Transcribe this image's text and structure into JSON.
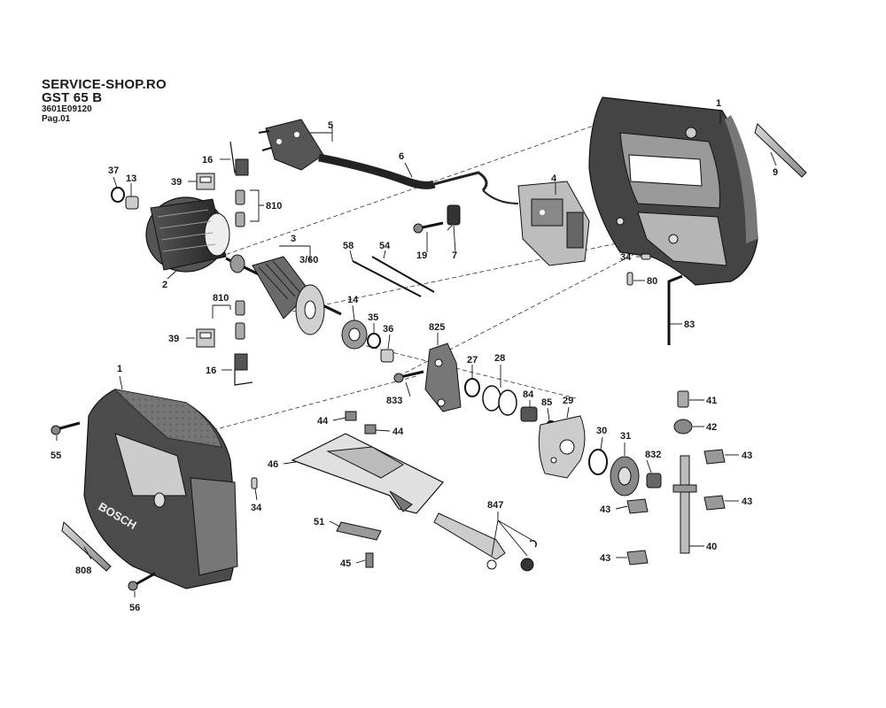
{
  "header": {
    "shop": "SERVICE-SHOP.RO",
    "model": "GST 65 B",
    "part_number": "3601E09120",
    "page": "Pag.01"
  },
  "callouts": [
    {
      "id": "c-1a",
      "text": "1"
    },
    {
      "id": "c-1b",
      "text": "1"
    },
    {
      "id": "c-2",
      "text": "2"
    },
    {
      "id": "c-3",
      "text": "3"
    },
    {
      "id": "c-3-60",
      "text": "3/60"
    },
    {
      "id": "c-4",
      "text": "4"
    },
    {
      "id": "c-5",
      "text": "5"
    },
    {
      "id": "c-6",
      "text": "6"
    },
    {
      "id": "c-7",
      "text": "7"
    },
    {
      "id": "c-9",
      "text": "9"
    },
    {
      "id": "c-13",
      "text": "13"
    },
    {
      "id": "c-14",
      "text": "14"
    },
    {
      "id": "c-16a",
      "text": "16"
    },
    {
      "id": "c-16b",
      "text": "16"
    },
    {
      "id": "c-19",
      "text": "19"
    },
    {
      "id": "c-27",
      "text": "27"
    },
    {
      "id": "c-28",
      "text": "28"
    },
    {
      "id": "c-29",
      "text": "29"
    },
    {
      "id": "c-30",
      "text": "30"
    },
    {
      "id": "c-31",
      "text": "31"
    },
    {
      "id": "c-34a",
      "text": "34"
    },
    {
      "id": "c-34b",
      "text": "34"
    },
    {
      "id": "c-35",
      "text": "35"
    },
    {
      "id": "c-36",
      "text": "36"
    },
    {
      "id": "c-37",
      "text": "37"
    },
    {
      "id": "c-39a",
      "text": "39"
    },
    {
      "id": "c-39b",
      "text": "39"
    },
    {
      "id": "c-40",
      "text": "40"
    },
    {
      "id": "c-41",
      "text": "41"
    },
    {
      "id": "c-42",
      "text": "42"
    },
    {
      "id": "c-43a",
      "text": "43"
    },
    {
      "id": "c-43b",
      "text": "43"
    },
    {
      "id": "c-43c",
      "text": "43"
    },
    {
      "id": "c-43d",
      "text": "43"
    },
    {
      "id": "c-44a",
      "text": "44"
    },
    {
      "id": "c-44b",
      "text": "44"
    },
    {
      "id": "c-45",
      "text": "45"
    },
    {
      "id": "c-46",
      "text": "46"
    },
    {
      "id": "c-51",
      "text": "51"
    },
    {
      "id": "c-54",
      "text": "54"
    },
    {
      "id": "c-55",
      "text": "55"
    },
    {
      "id": "c-56",
      "text": "56"
    },
    {
      "id": "c-58",
      "text": "58"
    },
    {
      "id": "c-80",
      "text": "80"
    },
    {
      "id": "c-83",
      "text": "83"
    },
    {
      "id": "c-84",
      "text": "84"
    },
    {
      "id": "c-85",
      "text": "85"
    },
    {
      "id": "c-808",
      "text": "808"
    },
    {
      "id": "c-810a",
      "text": "810"
    },
    {
      "id": "c-810b",
      "text": "810"
    },
    {
      "id": "c-825",
      "text": "825"
    },
    {
      "id": "c-832",
      "text": "832"
    },
    {
      "id": "c-833",
      "text": "833"
    },
    {
      "id": "c-847",
      "text": "847"
    }
  ],
  "logo_text": "BOSCH"
}
